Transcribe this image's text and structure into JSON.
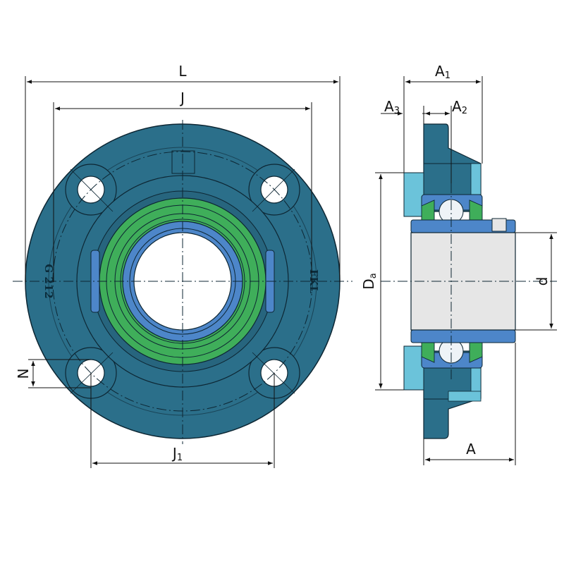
{
  "drawing": {
    "product": "flanged bearing unit, front view and cross-section",
    "colors": {
      "housing": "#2b6f8a",
      "housing_dark": "#1f5469",
      "housing_section": "#6bc3da",
      "insert_ring": "#4d86c9",
      "seal": "#3fae5a",
      "bore": "#e6e6e6",
      "outline": "#0d2633",
      "dim_line": "#111111"
    },
    "front_view": {
      "labels": {
        "overall_length": "L",
        "bolt_span": "J",
        "bolt_span_lower": "J",
        "bolt_span_lower_sub": "1",
        "hole_offset": "N"
      },
      "cast_marks": {
        "left": "G 212",
        "right": "FKL"
      }
    },
    "side_view": {
      "labels": {
        "a1": "A",
        "a1_sub": "1",
        "a2": "A",
        "a2_sub": "2",
        "a3": "A",
        "a3_sub": "3",
        "da": "D",
        "da_sub": "a",
        "bore": "d",
        "width": "A"
      }
    }
  }
}
